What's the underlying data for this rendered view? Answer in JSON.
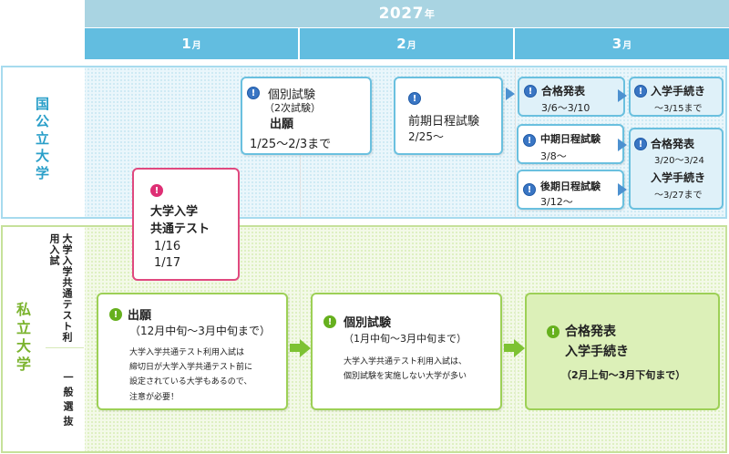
{
  "header": {
    "year_num": "2027",
    "year_unit": "年",
    "months": [
      {
        "num": "1",
        "unit": "月"
      },
      {
        "num": "2",
        "unit": "月"
      },
      {
        "num": "3",
        "unit": "月"
      }
    ]
  },
  "sections": {
    "national": {
      "title": "国公立大学"
    },
    "private": {
      "title": "私立大学",
      "sub_common": "大学入学共通テスト利用入試",
      "sub_general": "一般選抜"
    }
  },
  "boxes": {
    "kobetsu_national": {
      "title": "個別試験",
      "sub": "（2次試験）",
      "title2": "出願",
      "date": "1/25～2/3まで"
    },
    "zenki": {
      "title": "前期日程試験",
      "date": "2/25～"
    },
    "gokaku1": {
      "title": "合格発表",
      "date": "3/6～3/10"
    },
    "nyugaku1": {
      "title": "入学手続き",
      "date": "～3/15まで"
    },
    "chuki": {
      "title": "中期日程試験",
      "date": "3/8～"
    },
    "koki": {
      "title": "後期日程試験",
      "date": "3/12～"
    },
    "gokaku2": {
      "title": "合格発表",
      "date": "3/20～3/24",
      "title2": "入学手続き",
      "date2": "～3/27まで"
    },
    "kyotsu": {
      "title": "大学入学",
      "title2": "共通テスト",
      "date": "1/16",
      "date2": "1/17"
    },
    "shutsugan_private": {
      "title": "出願",
      "period": "（12月中旬～3月中旬まで）",
      "note1": "大学入学共通テスト利用入試は",
      "note2": "締切日が大学入学共通テスト前に",
      "note3": "設定されている大学もあるので、",
      "note4": "注意が必要！"
    },
    "kobetsu_private": {
      "title": "個別試験",
      "period": "（1月中旬～3月中旬まで）",
      "note1": "大学入学共通テスト利用入試は、",
      "note2": "個別試験を実施しない大学が多い"
    },
    "gokaku_private": {
      "title": "合格発表",
      "title2": "入学手続き",
      "period": "（2月上旬～3月下旬まで）"
    }
  },
  "icons": {
    "alert": "!"
  },
  "colors": {
    "blue_accent": "#62bde0",
    "green_accent": "#9dd056",
    "pink_accent": "#e0497f"
  }
}
